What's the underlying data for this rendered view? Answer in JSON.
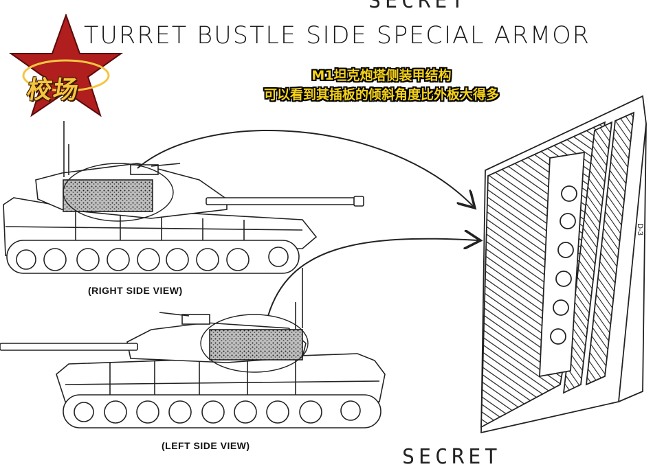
{
  "document": {
    "classification_top": "SECRET",
    "title": "TURRET BUSTLE SIDE SPECIAL ARMOR",
    "right_view_caption": "(RIGHT SIDE VIEW)",
    "left_view_caption": "(LEFT SIDE VIEW)",
    "classification_bottom": "SECRET",
    "page_mark": "D-3"
  },
  "overlay": {
    "line1": "M1坦克炮塔侧装甲结构",
    "line2": "可以看到其插板的倾斜角度比外板大得多",
    "color": "#f6d21a"
  },
  "logo": {
    "text": "校场",
    "star_color": "#b01e1e",
    "gold_color": "#f5c542"
  }
}
